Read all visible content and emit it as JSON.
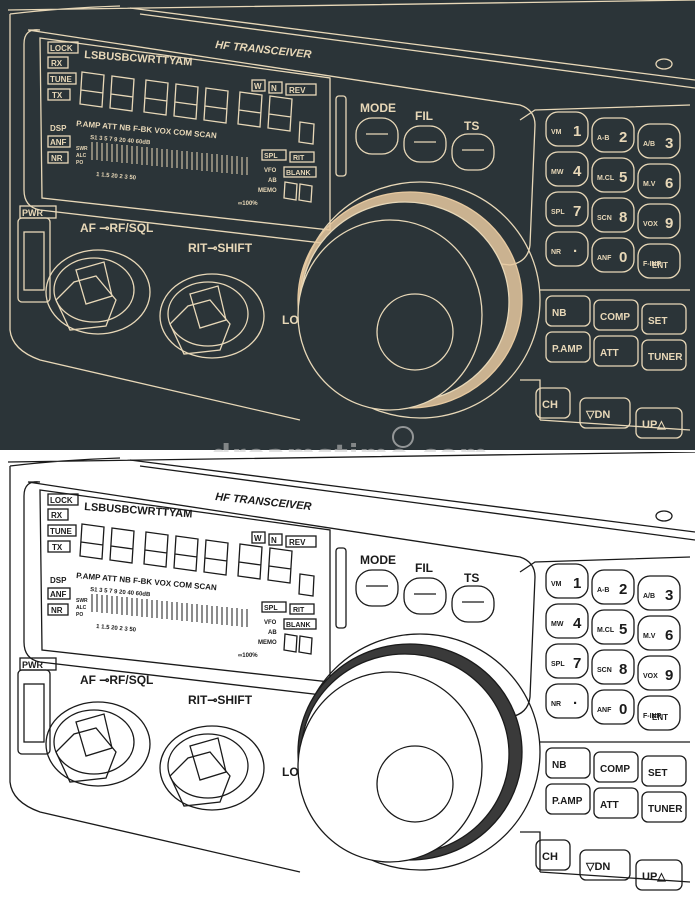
{
  "device_title": "HF TRANSCEIVER",
  "colors": {
    "dark_bg": "#2b3438",
    "dark_line": "#e8d8b8",
    "knob_tan": "#e6c9a0",
    "light_line": "#1a1a1a"
  },
  "display": {
    "mode_row": "LSBUSBCWRTTYAM",
    "left_tags": [
      "LOCK",
      "RX",
      "TUNE",
      "TX"
    ],
    "right_tags": [
      "W",
      "N",
      "REV"
    ],
    "dsp_label": "DSP",
    "dsp_tags": [
      "ANF",
      "NR"
    ],
    "meter_row": "P.AMP ATT NB F-BK VOX COM SCAN",
    "side_tags": [
      "SPL",
      "RIT"
    ],
    "meter_s_scale": "S1    3    5    7    9   20   40   60dB",
    "meter_labels": [
      "SWR",
      "ALC",
      "PO"
    ],
    "meter_sub_scale": "1   1.5  20  2        3   50",
    "vfo_labels": [
      "VFO",
      "AB",
      "MEMO"
    ],
    "blank_tag": "BLANK",
    "percent": "∞100%"
  },
  "top_buttons": [
    "MODE",
    "FIL",
    "TS"
  ],
  "keypad": [
    {
      "sub": "VM",
      "num": "1"
    },
    {
      "sub": "A-B",
      "num": "2"
    },
    {
      "sub": "A/B",
      "num": "3"
    },
    {
      "sub": "MW",
      "num": "4"
    },
    {
      "sub": "M.CL",
      "num": "5"
    },
    {
      "sub": "M.V",
      "num": "6"
    },
    {
      "sub": "SPL",
      "num": "7"
    },
    {
      "sub": "SCN",
      "num": "8"
    },
    {
      "sub": "VOX",
      "num": "9"
    },
    {
      "sub": "NR",
      "num": "·"
    },
    {
      "sub": "ANF",
      "num": "0"
    },
    {
      "sub": "F-INP",
      "num": "ENT"
    }
  ],
  "func_buttons": [
    "NB",
    "COMP",
    "SET",
    "P.AMP",
    "ATT",
    "TUNER"
  ],
  "bottom_buttons": [
    "CH",
    "▽DN",
    "UP△"
  ],
  "pwr_label": "PWR",
  "knob_labels": [
    "AF ⊸RF/SQL",
    "RIT⊸SHIFT"
  ],
  "lo_label": "LO",
  "watermark": "dreamstime.com"
}
